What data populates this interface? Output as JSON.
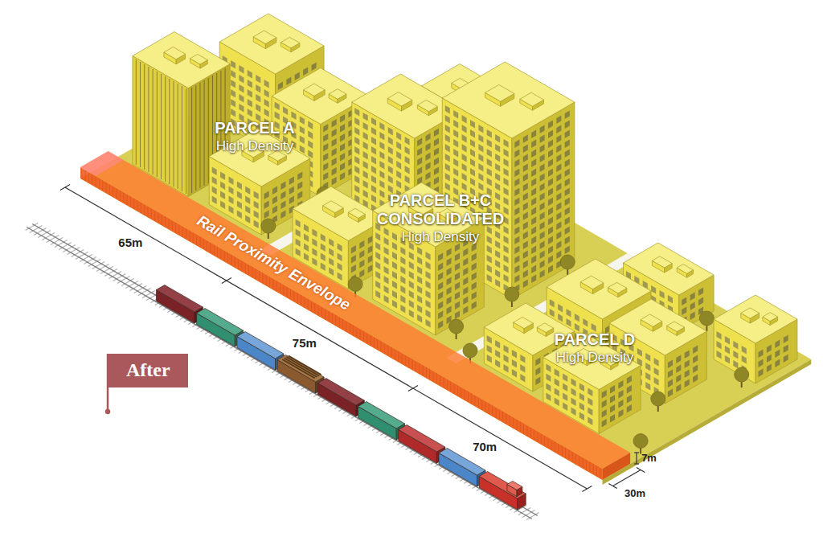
{
  "diagram": {
    "nodes": [
      {
        "text": [
          "PARCEL A",
          "High Density"
        ]
      },
      {
        "text": [
          "PARCEL B+C CONSOLIDATED",
          "High Density"
        ]
      },
      {
        "text": [
          "Rail Proximity Envelope"
        ]
      },
      {
        "text": [
          "PARCEL D",
          "High Density"
        ]
      },
      {
        "text": [
          "After"
        ]
      }
    ],
    "labels": [
      "65m",
      "75m",
      "70m",
      "7m",
      "30m"
    ]
  }
}
